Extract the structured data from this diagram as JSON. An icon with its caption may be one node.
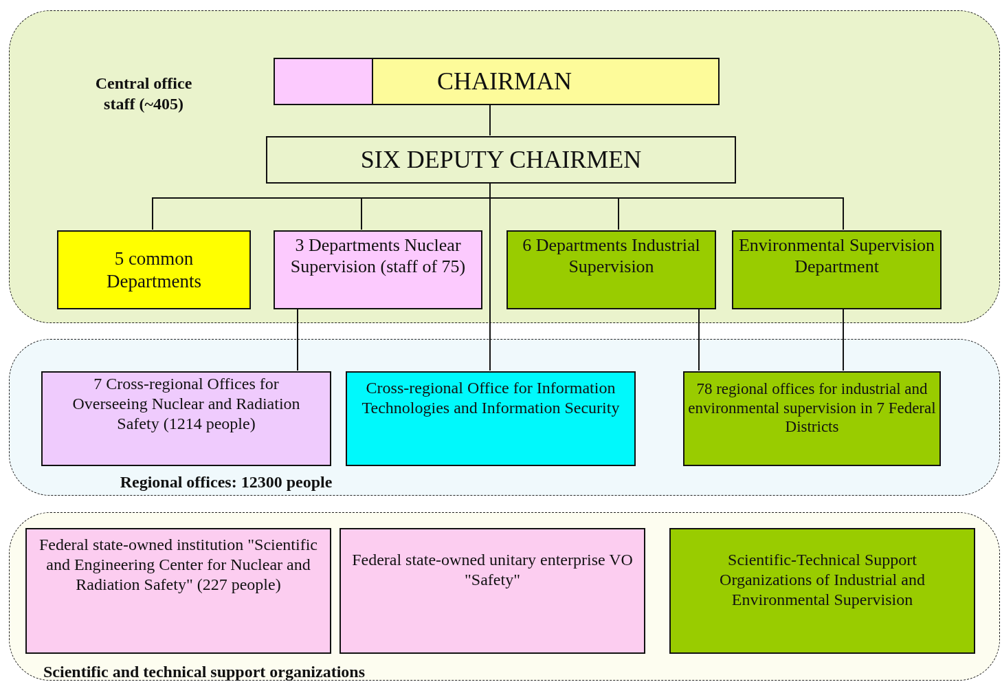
{
  "diagram": {
    "nodes": [
      {
        "text": [
          "Central office staff (~405)"
        ]
      },
      {
        "text": [],
        "shape": "box",
        "in": 0
      },
      {
        "text": [
          "CHAIRMAN"
        ],
        "in": 0
      },
      {
        "text": [
          "SIX DEPUTY CHAIRMEN"
        ],
        "in": 0
      },
      {
        "text": [
          "5 common Departments"
        ],
        "in": 0
      },
      {
        "text": [
          "3 Departments Nuclear Supervision (staff of 75)"
        ],
        "in": 0
      },
      {
        "text": [
          "6 Departments Industrial Supervision"
        ],
        "in": 0
      },
      {
        "text": [
          "Environmental Supervision Department"
        ],
        "in": 0
      },
      {
        "text": [
          "Regional offices: 12300 people"
        ]
      },
      {
        "text": [
          "7 Cross-regional Offices for Overseeing Nuclear and Radiation Safety (1214 people)"
        ],
        "in": 8
      },
      {
        "text": [
          "Cross-regional Office for Information Technologies and Information Security"
        ],
        "in": 8
      },
      {
        "text": [
          "78 regional offices for industrial and environmental supervision in 7 Federal Districts"
        ],
        "in": 8
      },
      {
        "text": [
          "Scientific and technical support organizations"
        ]
      },
      {
        "text": [
          "Federal state-owned institution \"Scientific and Engineering Center for Nuclear and Radiation Safety\" (227 people)"
        ],
        "in": 12
      },
      {
        "text": [
          "Federal state-owned unitary enterprise VO \"Safety\""
        ],
        "in": 12
      },
      {
        "text": [
          "Scientific-Technical Support Organizations of Industrial and Environmental Supervision"
        ],
        "in": 12
      }
    ],
    "edges": [
      {
        "from": 2,
        "to": 3,
        "arrow": "none"
      },
      {
        "from": 3,
        "to": 4,
        "arrow": "none"
      },
      {
        "from": 3,
        "to": 5,
        "arrow": "none"
      },
      {
        "from": 3,
        "to": 6,
        "arrow": "none"
      },
      {
        "from": 3,
        "to": 7,
        "arrow": "none"
      },
      {
        "from": 3,
        "to": 10,
        "arrow": "none"
      },
      {
        "from": 5,
        "to": 9,
        "arrow": "none"
      },
      {
        "from": 6,
        "to": 11,
        "arrow": "none"
      },
      {
        "from": 7,
        "to": 11,
        "arrow": "none"
      }
    ]
  }
}
